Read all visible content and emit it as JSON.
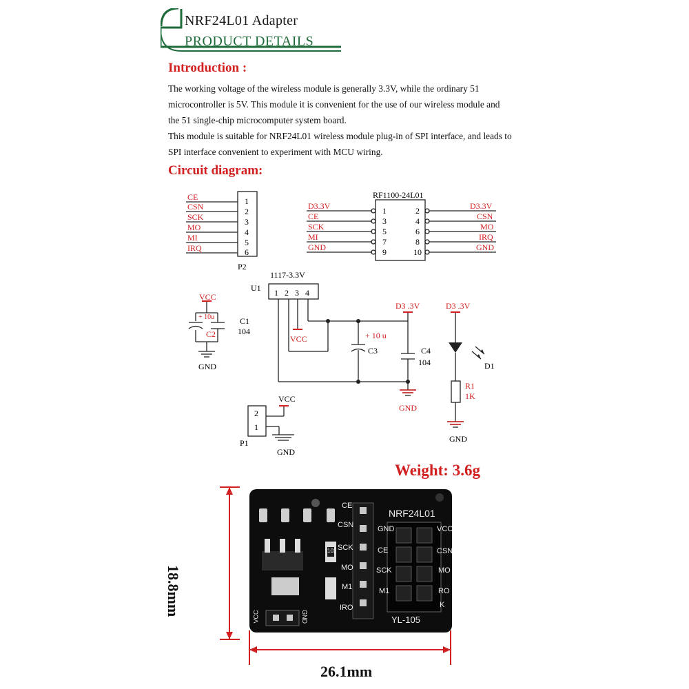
{
  "header": {
    "title": "NRF24L01 Adapter",
    "subtitle": "PRODUCT DETAILS"
  },
  "introduction": {
    "heading": "Introduction :",
    "lines": [
      "The working voltage of the wireless module is generally 3.3V, while the ordinary 51",
      "microcontroller is 5V. This module it is convenient for the use of our wireless module and",
      "the 51 single-chip microcomputer system board.",
      "This module is suitable for NRF24L01 wireless module plug-in of SPI interface, and leads to",
      "SPI interface convenient to experiment with MCU wiring."
    ]
  },
  "circuit": {
    "heading": "Circuit diagram:",
    "p2": {
      "name": "P2",
      "signals": [
        "CE",
        "CSN",
        "SCK",
        "MO",
        "MI",
        "IRQ"
      ],
      "pins": [
        "1",
        "2",
        "3",
        "4",
        "5",
        "6"
      ]
    },
    "rf": {
      "name": "RF1100-24L01",
      "left_signals": [
        "D3.3V",
        "CE",
        "SCK",
        "MI",
        "GND"
      ],
      "left_pins": [
        "1",
        "3",
        "5",
        "7",
        "9"
      ],
      "right_signals": [
        "D3.3V",
        "CSN",
        "MO",
        "IRQ",
        "GND"
      ],
      "right_pins": [
        "2",
        "4",
        "6",
        "8",
        "10"
      ]
    },
    "regulator": {
      "ref": "U1",
      "part": "1117-3.3V",
      "pins": [
        "1",
        "2",
        "3",
        "4"
      ],
      "vcc": "VCC",
      "rail": "D3 .3V",
      "gnd": "GND"
    },
    "input_caps": {
      "vcc": "VCC",
      "c2_value": "+ 10u",
      "c2_ref": "C2",
      "c1_ref": "C1",
      "c1_value": "104",
      "gnd": "GND"
    },
    "output_caps": {
      "c3_value": "+ 10 u",
      "c3_ref": "C3",
      "c4_ref": "C4",
      "c4_value": "104"
    },
    "led": {
      "rail": "D3 .3V",
      "led_ref": "D1",
      "r_ref": "R1",
      "r_value": "1K",
      "gnd": "GND"
    },
    "p1": {
      "name": "P1",
      "pins": [
        "2",
        "1"
      ],
      "vcc": "VCC",
      "gnd": "GND"
    }
  },
  "product": {
    "weight": "Weight: 3.6g",
    "height_dim": "18.8mm",
    "width_dim": "26.1mm",
    "board": {
      "module_label": "NRF24L01",
      "model": "YL-105",
      "resistor_code": "102",
      "header_labels": [
        "CE",
        "CSN",
        "SCK",
        "MO",
        "M1",
        "IRO"
      ],
      "socket_left": [
        "GND",
        "CE",
        "SCK",
        "M1"
      ],
      "socket_right": [
        "VCC",
        "CSN",
        "MO",
        "RO",
        "K"
      ],
      "power_labels": [
        "VCC",
        "GND"
      ]
    }
  },
  "colors": {
    "accent_red": "#d21f1f",
    "header_green": "#1f6b3a",
    "wire_dark": "#222222",
    "board_black": "#0d0d0d"
  }
}
